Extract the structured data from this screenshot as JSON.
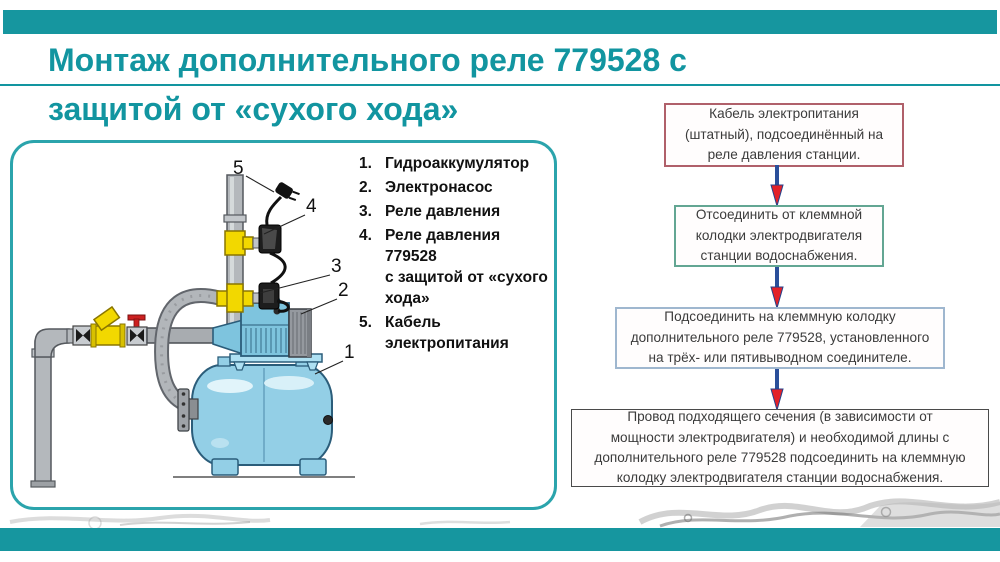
{
  "page": {
    "accent_color": "#16969f",
    "title_color": "#1295a0",
    "title_line1": "Монтаж дополнительного реле 779528 с",
    "title_line2": "защитой от «сухого хода»"
  },
  "panel": {
    "border_color": "#2ba4ac"
  },
  "legend": {
    "items": [
      {
        "num": "1.",
        "label": "Гидроаккумулятор"
      },
      {
        "num": "2.",
        "label": "Электронасос"
      },
      {
        "num": "3.",
        "label": "Реле давления"
      },
      {
        "num": "4.",
        "label": "Реле давления 779528\nс защитой от «сухого\nхода»"
      },
      {
        "num": "5.",
        "label": "Кабель\nэлектропитания"
      }
    ]
  },
  "diagram": {
    "callouts": [
      "1",
      "2",
      "3",
      "4",
      "5"
    ]
  },
  "flowchart": {
    "steps": [
      {
        "text": "Кабель электропитания\n(штатный), подсоединённый на\nреле давления станции.",
        "border_color": "#b0606a"
      },
      {
        "text": "Отсоединить от клеммной\nколодки электродвигателя\nстанции водоснабжения.",
        "border_color": "#63a693"
      },
      {
        "text": "Подсоединить на клеммную колодку\nдополнительного реле 779528, установленного\nна трёх- или пятивыводном соединителе.",
        "border_color": "#9fb7cf"
      },
      {
        "text": "Провод подходящего сечения (в зависимости от\nмощности электродвигателя) и необходимой длины с\nдополнительного реле 779528 подсоединить на клеммную\nколодку электродвигателя станции водоснабжения.",
        "border_color": "#4a4a4a"
      }
    ],
    "arrow": {
      "shaft_color": "#2a4f9a",
      "head_color": "#e32128"
    }
  }
}
